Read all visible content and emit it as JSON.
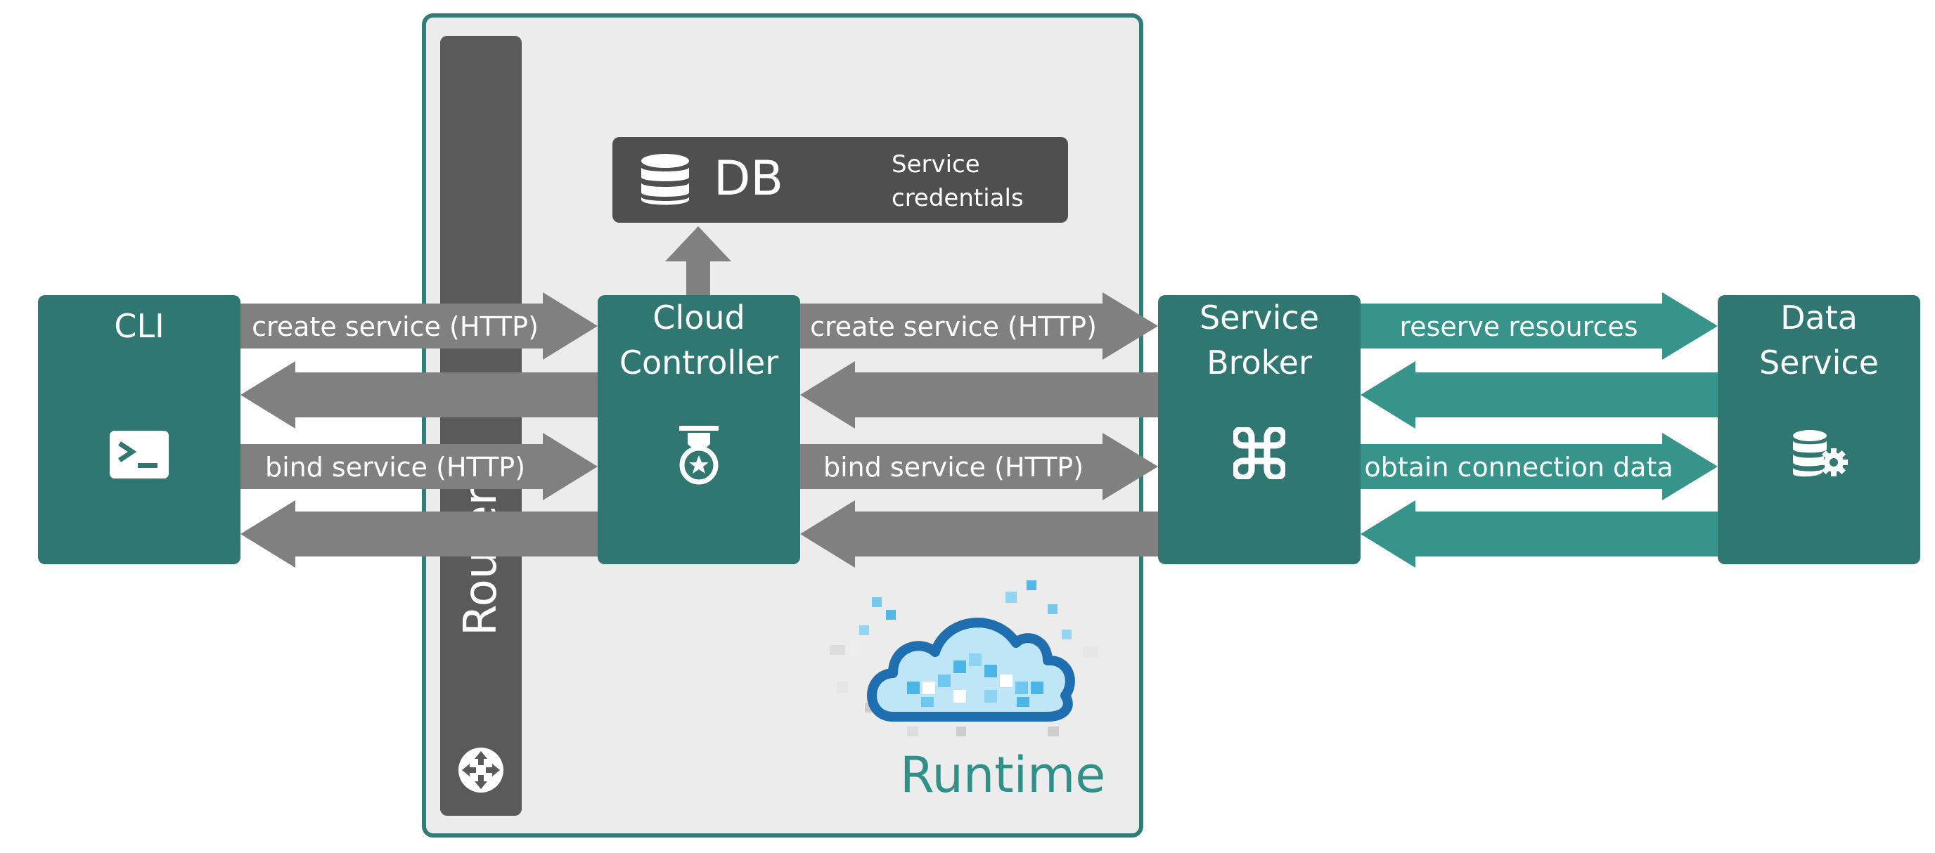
{
  "components": {
    "cli": {
      "label": "CLI",
      "icon": "terminal-icon"
    },
    "cloud_controller": {
      "label_line1": "Cloud",
      "label_line2": "Controller",
      "icon": "medal-icon"
    },
    "service_broker": {
      "label_line1": "Service",
      "label_line2": "Broker",
      "icon": "command-icon"
    },
    "data_service": {
      "label_line1": "Data",
      "label_line2": "Service",
      "icon": "database-gear-icon"
    }
  },
  "runtime": {
    "label": "Runtime"
  },
  "router": {
    "label": "Router",
    "icon": "router-icon"
  },
  "db": {
    "label": "DB",
    "credentials_line1": "Service",
    "credentials_line2": "credentials",
    "icon": "database-icon"
  },
  "arrows": {
    "cli_to_cc_create": "create service (HTTP)",
    "cli_to_cc_bind": "bind service (HTTP)",
    "cc_to_sb_create": "create service (HTTP)",
    "cc_to_sb_bind": "bind service (HTTP)",
    "sb_to_ds_reserve": "reserve resources",
    "sb_to_ds_obtain": "obtain connection data"
  },
  "colors": {
    "component": "#2f7770",
    "arrow_gray": "#808080",
    "arrow_teal": "#36948b",
    "runtime_border": "#2f7d76"
  }
}
